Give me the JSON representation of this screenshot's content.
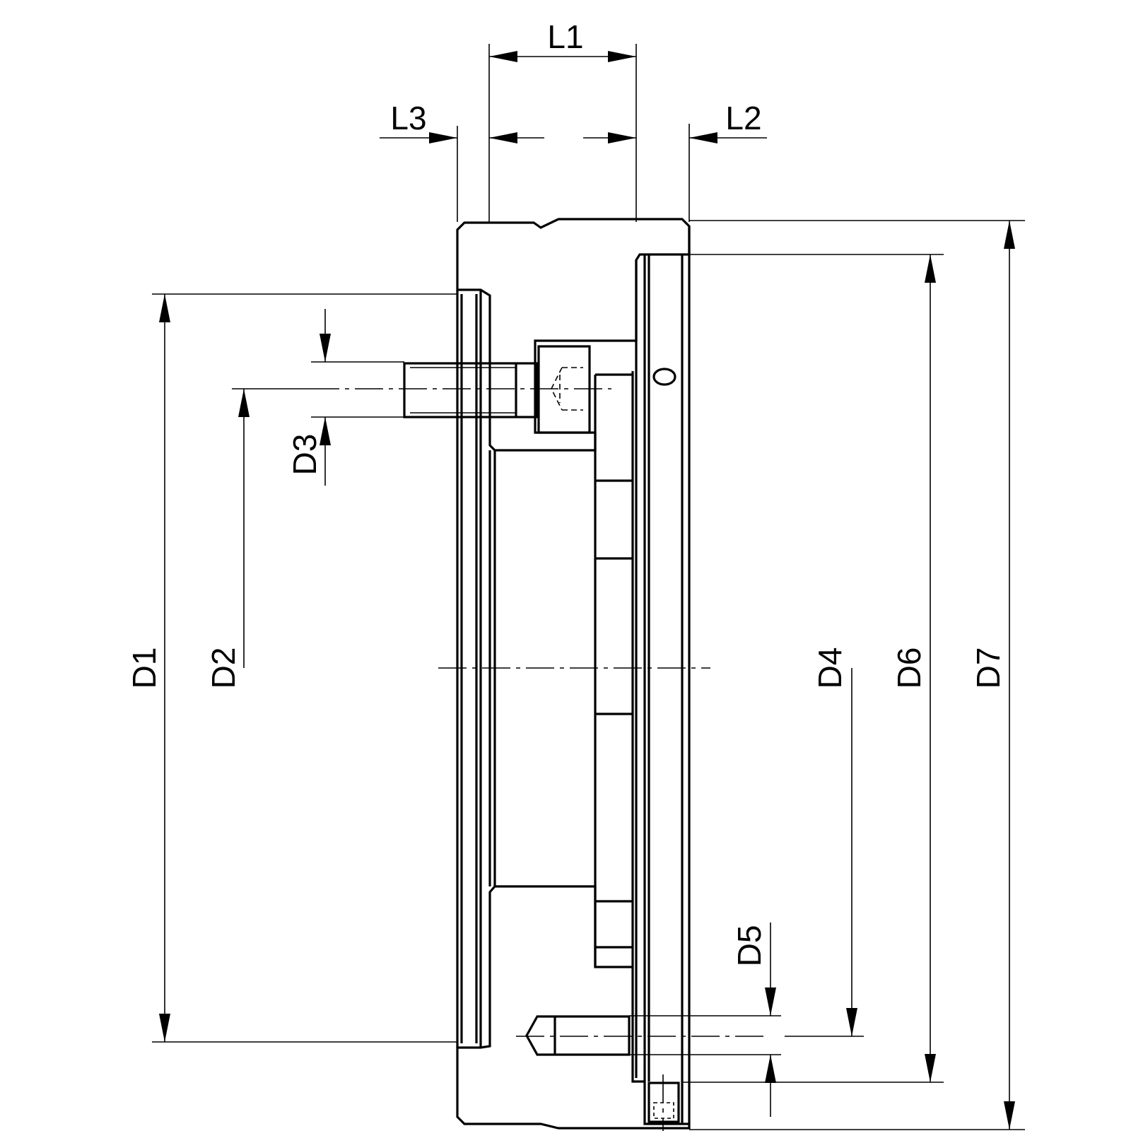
{
  "drawing": {
    "labels": {
      "L1": "L1",
      "L2": "L2",
      "L3": "L3",
      "D1": "D1",
      "D2": "D2",
      "D3": "D3",
      "D4": "D4",
      "D5": "D5",
      "D6": "D6",
      "D7": "D7",
      "oring_mark": "O"
    },
    "colors": {
      "line": "#000000",
      "background": "#ffffff"
    }
  }
}
